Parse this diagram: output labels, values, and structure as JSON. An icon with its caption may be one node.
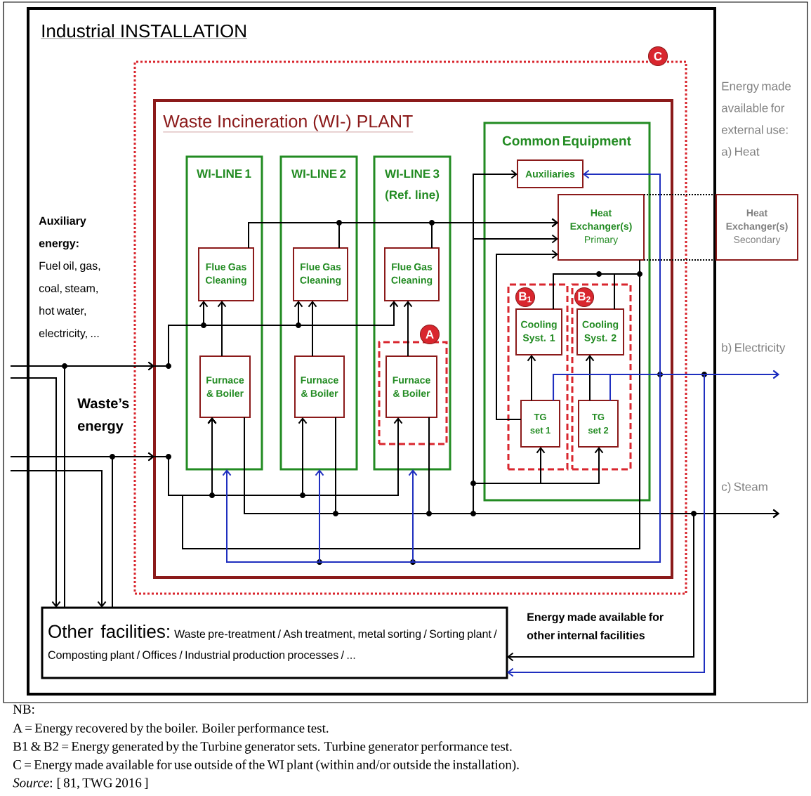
{
  "diagram": {
    "nodes": [
      {
        "text": [
          "Industrial INSTALLATION"
        ]
      },
      {
        "text": [
          "C"
        ],
        "in": 0
      },
      {
        "text": [
          "Waste Incineration (WI-) PLANT"
        ],
        "in": 1
      },
      {
        "text": [
          "WI-LINE 1"
        ],
        "in": 2
      },
      {
        "text": [
          "Flue Gas Cleaning"
        ],
        "in": 3
      },
      {
        "text": [
          "Furnace & Boiler"
        ],
        "in": 3
      },
      {
        "text": [
          "WI-LINE 2"
        ],
        "in": 2
      },
      {
        "text": [
          "Flue Gas Cleaning"
        ],
        "in": 6
      },
      {
        "text": [
          "Furnace & Boiler"
        ],
        "in": 6
      },
      {
        "text": [
          "WI-LINE 3 (Ref. line)"
        ],
        "in": 2
      },
      {
        "text": [
          "Flue Gas Cleaning"
        ],
        "in": 9
      },
      {
        "text": [
          "A"
        ],
        "in": 9
      },
      {
        "text": [
          "Furnace & Boiler"
        ],
        "in": 11
      },
      {
        "text": [
          "Common Equipment"
        ],
        "in": 2
      },
      {
        "text": [
          "Auxiliaries"
        ],
        "in": 13
      },
      {
        "text": [
          "Heat Exchanger(s)",
          "Primary"
        ],
        "in": 13
      },
      {
        "text": [
          "B$_{1}$"
        ],
        "in": 13
      },
      {
        "text": [
          "Cooling Syst. 1"
        ],
        "in": 16
      },
      {
        "text": [
          "TG set 1"
        ],
        "in": 16
      },
      {
        "text": [
          "B$_{2}$"
        ],
        "in": 13
      },
      {
        "text": [
          "Cooling Syst. 2"
        ],
        "in": 19
      },
      {
        "text": [
          "TG set 2"
        ],
        "in": 19
      },
      {
        "text": [
          "Heat Exchanger(s)",
          "Secondary"
        ]
      },
      {
        "text": [
          "Other facilities:",
          "Waste pre-treatment / Ash treatment, metal sorting / Sorting plant / Composting plant / Offices / Industrial production processes / ..."
        ],
        "in": 0
      }
    ],
    "edges": [
      {
        "from": null,
        "to": 2,
        "arrow": "to"
      },
      {
        "from": null,
        "to": 23,
        "arrow": "to"
      },
      {
        "from": 23,
        "to": 2,
        "arrow": "to"
      },
      {
        "from": null,
        "to": 2,
        "arrow": "to"
      },
      {
        "from": null,
        "to": 23,
        "arrow": "to"
      },
      {
        "from": 23,
        "to": 2,
        "arrow": "to"
      },
      {
        "from": 2,
        "to": 4,
        "arrow": "to"
      },
      {
        "from": 2,
        "to": 7,
        "arrow": "to"
      },
      {
        "from": 2,
        "to": 10,
        "arrow": "to"
      },
      {
        "from": 2,
        "to": 5,
        "arrow": "to"
      },
      {
        "from": 2,
        "to": 8,
        "arrow": "to"
      },
      {
        "from": 2,
        "to": 12,
        "arrow": "to"
      },
      {
        "from": 5,
        "to": 4,
        "arrow": "to"
      },
      {
        "from": 8,
        "to": 7,
        "arrow": "to"
      },
      {
        "from": 12,
        "to": 10,
        "arrow": "to"
      },
      {
        "from": 4,
        "to": 15,
        "arrow": "to"
      },
      {
        "from": 7,
        "to": 15,
        "arrow": "to"
      },
      {
        "from": 10,
        "to": 15,
        "arrow": "to"
      },
      {
        "from": 5,
        "to": null,
        "arrow": "to"
      },
      {
        "from": 8,
        "to": null,
        "arrow": "to"
      },
      {
        "from": 12,
        "to": null,
        "arrow": "to"
      },
      {
        "from": 12,
        "to": 14,
        "arrow": "to"
      },
      {
        "from": 12,
        "to": 15,
        "arrow": "to"
      },
      {
        "from": 12,
        "to": 18,
        "arrow": "to"
      },
      {
        "from": 12,
        "to": 21,
        "arrow": "to"
      },
      {
        "from": 18,
        "to": 15,
        "arrow": "to"
      },
      {
        "from": 18,
        "to": 17,
        "arrow": "to"
      },
      {
        "from": 21,
        "to": 20,
        "arrow": "to"
      },
      {
        "from": 17,
        "to": 5,
        "arrow": "to"
      },
      {
        "from": 20,
        "to": 5,
        "arrow": "to"
      },
      {
        "from": 15,
        "to": 5,
        "arrow": "to"
      },
      {
        "from": 12,
        "to": 23,
        "arrow": "to"
      },
      {
        "from": 18,
        "to": null,
        "arrow": "to",
        "color": "#1f2fbf"
      },
      {
        "from": 21,
        "to": null,
        "arrow": "to",
        "color": "#1f2fbf"
      },
      {
        "from": 18,
        "to": 14,
        "arrow": "to",
        "color": "#1f2fbf"
      },
      {
        "from": 18,
        "to": 3,
        "arrow": "to",
        "color": "#1f2fbf"
      },
      {
        "from": 18,
        "to": 6,
        "arrow": "to",
        "color": "#1f2fbf"
      },
      {
        "from": 18,
        "to": 9,
        "arrow": "to",
        "color": "#1f2fbf"
      },
      {
        "from": 18,
        "to": 23,
        "arrow": "to",
        "color": "#1f2fbf"
      },
      {
        "from": 15,
        "to": 22,
        "arrow": "none",
        "style": "dashed"
      }
    ],
    "labels": [
      "**Auxiliary energy:** Fuel oil, gas, coal, steam, hot water, electricity, ...",
      "Waste’s energy",
      "Energy made available for external use: a) Heat",
      "b) Electricity",
      "c) Steam",
      "Energy made available for other internal facilities",
      "NB:",
      "A = Energy recovered by the boiler. Boiler performance test.",
      "B1 & B2 = Energy generated by the Turbine generator sets. Turbine generator performance test.",
      "C = Energy made available for use outside of the WI plant (within and/or outside the installation).",
      "*Source*: [ 81, TWG 2016 ]"
    ]
  }
}
